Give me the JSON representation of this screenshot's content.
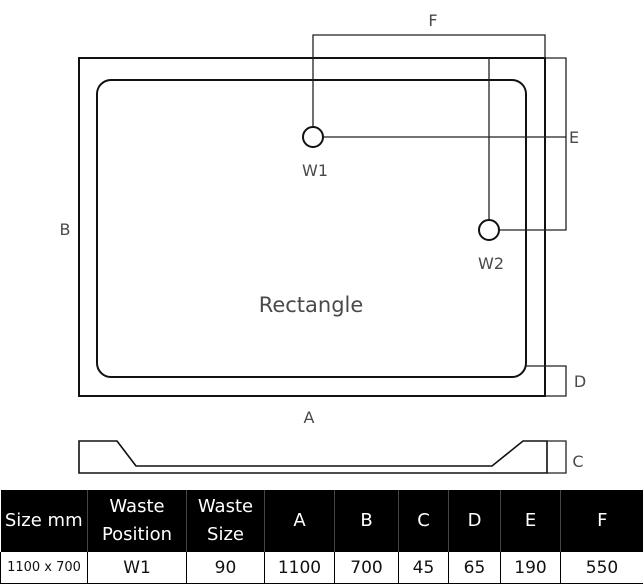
{
  "diagram": {
    "shape_label": "Rectangle",
    "labels": {
      "a": "A",
      "b": "B",
      "c": "C",
      "d": "D",
      "e": "E",
      "f": "F",
      "w1": "W1",
      "w2": "W2"
    }
  },
  "table": {
    "headers": [
      [
        "Size mm"
      ],
      [
        "Waste",
        "Position"
      ],
      [
        "Waste",
        "Size"
      ],
      [
        "A"
      ],
      [
        "B"
      ],
      [
        "C"
      ],
      [
        "D"
      ],
      [
        "E"
      ],
      [
        "F"
      ]
    ],
    "rows": [
      [
        "1100 x 700",
        "W1",
        "90",
        "1100",
        "700",
        "45",
        "65",
        "190",
        "550"
      ]
    ]
  }
}
